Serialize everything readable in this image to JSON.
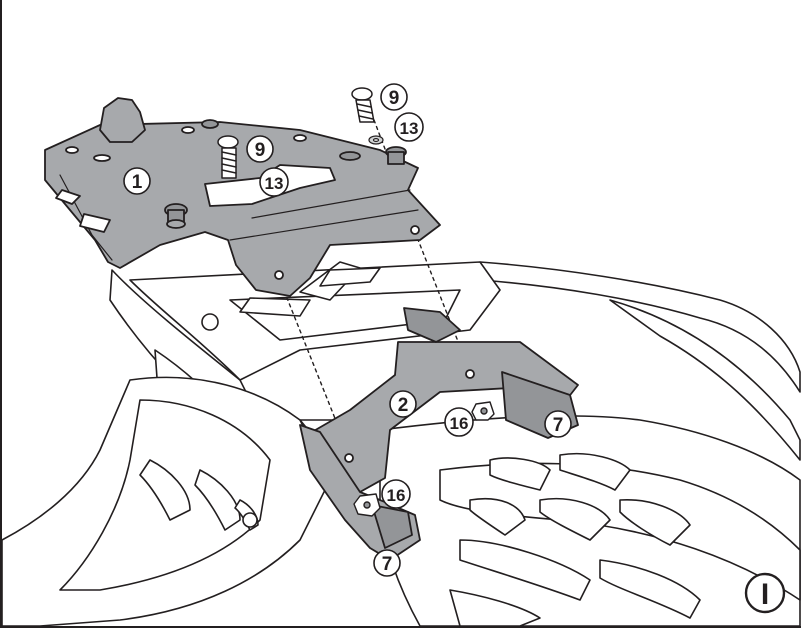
{
  "diagram": {
    "step_label": "I",
    "callouts": [
      {
        "id": "plate",
        "label": "1"
      },
      {
        "id": "bracket",
        "label": "2"
      },
      {
        "id": "spacer-left",
        "label": "7"
      },
      {
        "id": "spacer-right",
        "label": "7"
      },
      {
        "id": "screw-left",
        "label": "9"
      },
      {
        "id": "screw-right",
        "label": "9"
      },
      {
        "id": "washer-left",
        "label": "13"
      },
      {
        "id": "washer-right",
        "label": "13"
      },
      {
        "id": "nut-left",
        "label": "16"
      },
      {
        "id": "nut-right",
        "label": "16"
      }
    ]
  },
  "colors": {
    "line": "#231f20",
    "part_fill": "#a7a9ac",
    "part_fill_dark": "#939598",
    "background": "#ffffff"
  }
}
